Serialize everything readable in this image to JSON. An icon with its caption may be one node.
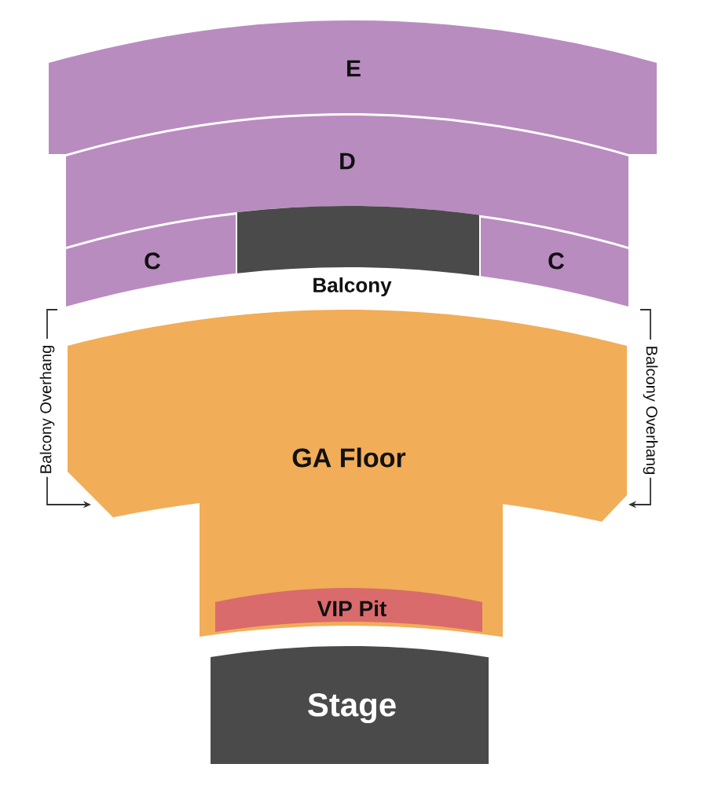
{
  "diagram": {
    "nodes": [
      {
        "text": [
          "E"
        ]
      },
      {
        "text": [
          "D"
        ]
      },
      {
        "text": [
          "C"
        ]
      },
      {
        "text": [],
        "shape": "box"
      },
      {
        "text": [
          "C"
        ]
      },
      {
        "text": [
          "Balcony Overhang"
        ]
      },
      {
        "text": [
          "GA Floor"
        ]
      },
      {
        "text": [
          "Balcony Overhang"
        ]
      },
      {
        "text": [
          "VIP Pit"
        ],
        "in": 6
      },
      {
        "text": [
          "Stage"
        ]
      }
    ],
    "edges": [
      {
        "from": 5,
        "to": 6,
        "arrow": "to"
      },
      {
        "from": 7,
        "to": 6,
        "arrow": "to"
      }
    ],
    "labels": [
      "Balcony"
    ]
  }
}
